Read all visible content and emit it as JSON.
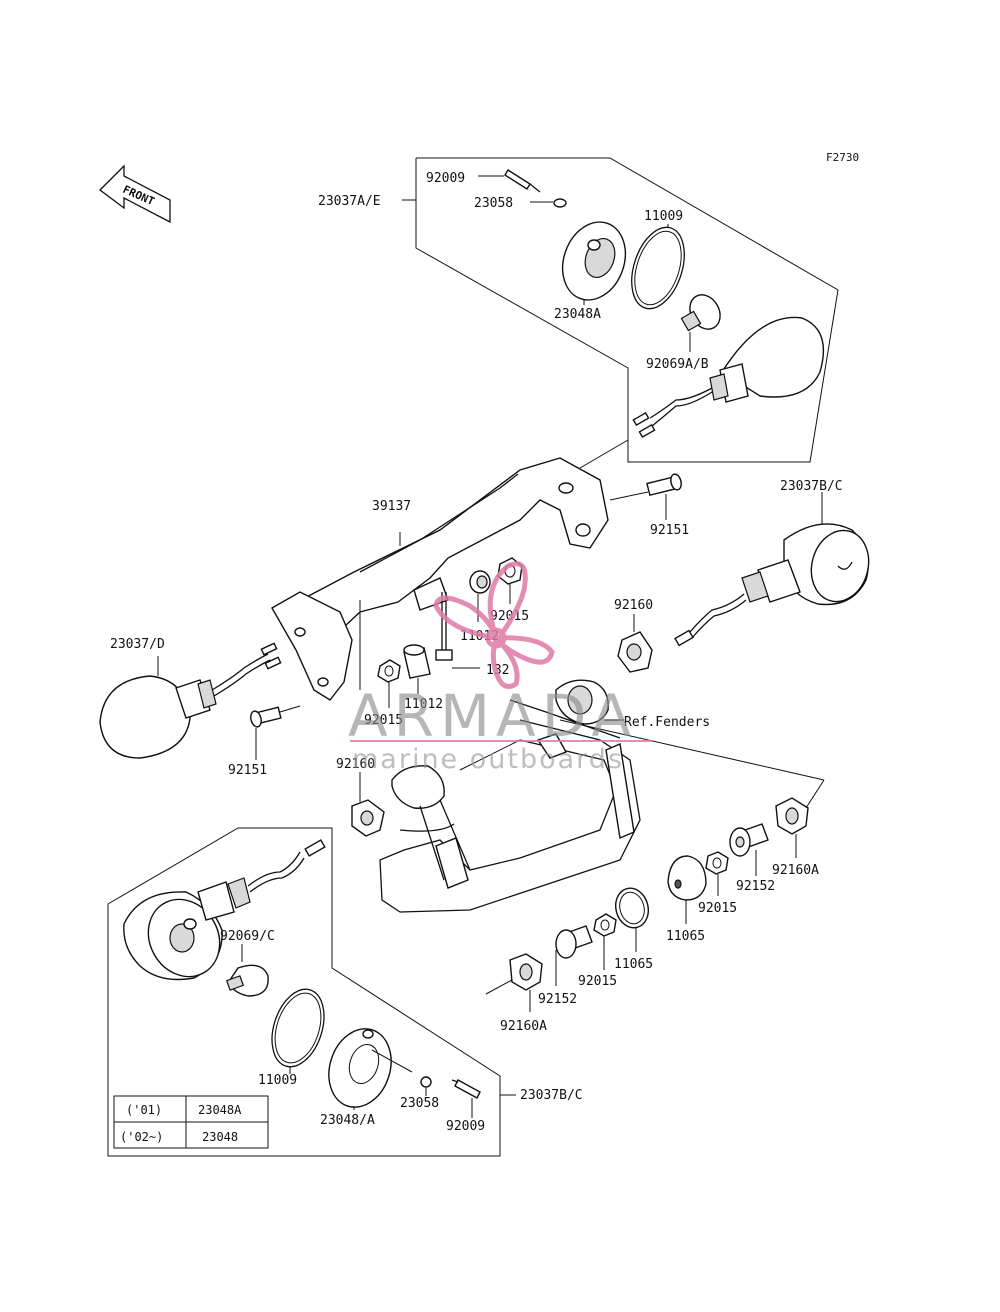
{
  "figure_code": "F2730",
  "front_label": "FRONT",
  "callouts": {
    "c_92009_top": "92009",
    "c_23058_top": "23058",
    "c_23037AE": "23037A/E",
    "c_11009_top": "11009",
    "c_23048A_top": "23048A",
    "c_92069AB": "92069A/B",
    "c_92151_right": "92151",
    "c_39137": "39137",
    "c_23037BC_top": "23037B/C",
    "c_92015_a": "92015",
    "c_92160_a": "92160",
    "c_11012_a": "11012",
    "c_23037D": "23037/D",
    "c_132": "132",
    "c_ref_fenders": "Ref.Fenders",
    "c_92015_b": "92015",
    "c_11012_b": "11012",
    "c_92151_left": "92151",
    "c_92160_b": "92160",
    "c_92160A_right": "92160A",
    "c_92152_a": "92152",
    "c_92015_c": "92015",
    "c_11065_a": "11065",
    "c_11065_b": "11065",
    "c_92069C": "92069/C",
    "c_92015_d": "92015",
    "c_92152_b": "92152",
    "c_92160A_left": "92160A",
    "c_11009_bottom": "11009",
    "c_23048A_bottom": "23048/A",
    "c_23058_bottom": "23058",
    "c_92009_bottom": "92009",
    "c_23037BC_bottom": "23037B/C"
  },
  "table": {
    "rows": [
      {
        "year": "('01)",
        "part": "23048A"
      },
      {
        "year": "('02~)",
        "part": "23048"
      }
    ]
  },
  "watermark": {
    "brand": "ARMADA",
    "tagline": "marine outboards",
    "accent_color": "#e07aa8"
  },
  "colors": {
    "ink": "#111111",
    "background": "#ffffff"
  }
}
